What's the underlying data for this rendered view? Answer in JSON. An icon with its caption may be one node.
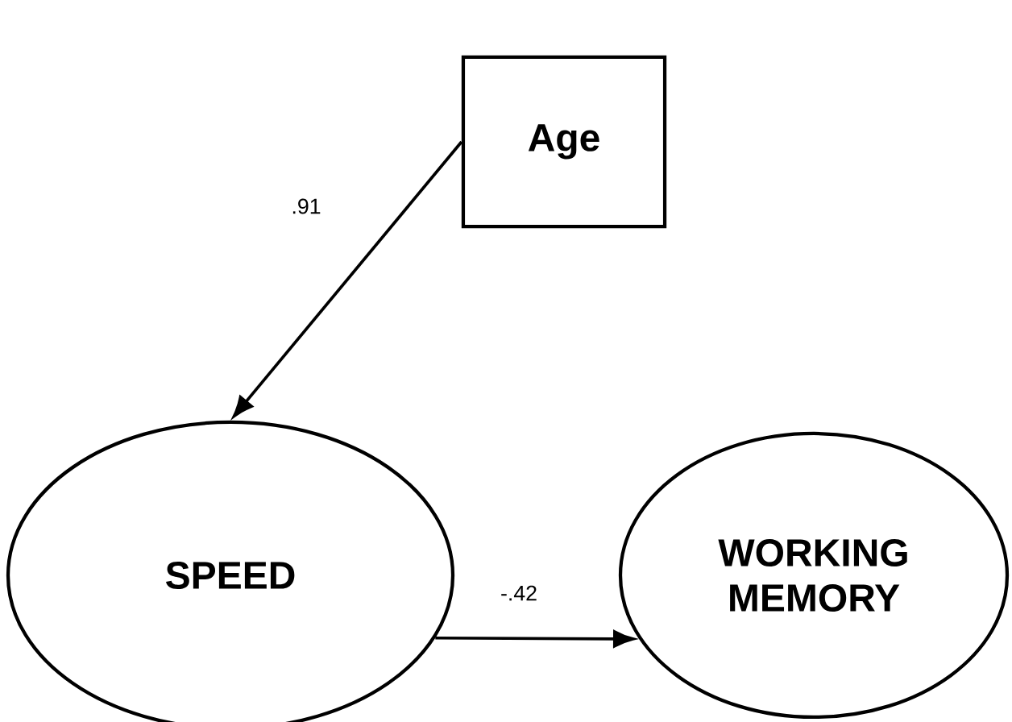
{
  "diagram": {
    "nodes": [
      {
        "text": [
          "Age"
        ]
      },
      {
        "text": [
          "SPEED"
        ]
      },
      {
        "text": [
          "WORKING MEMORY"
        ]
      }
    ],
    "edges": [
      {
        "from": 0,
        "to": 1,
        "arrow": "to",
        "label": ".91"
      },
      {
        "from": 1,
        "to": 2,
        "arrow": "to",
        "label": "-.42"
      }
    ]
  }
}
